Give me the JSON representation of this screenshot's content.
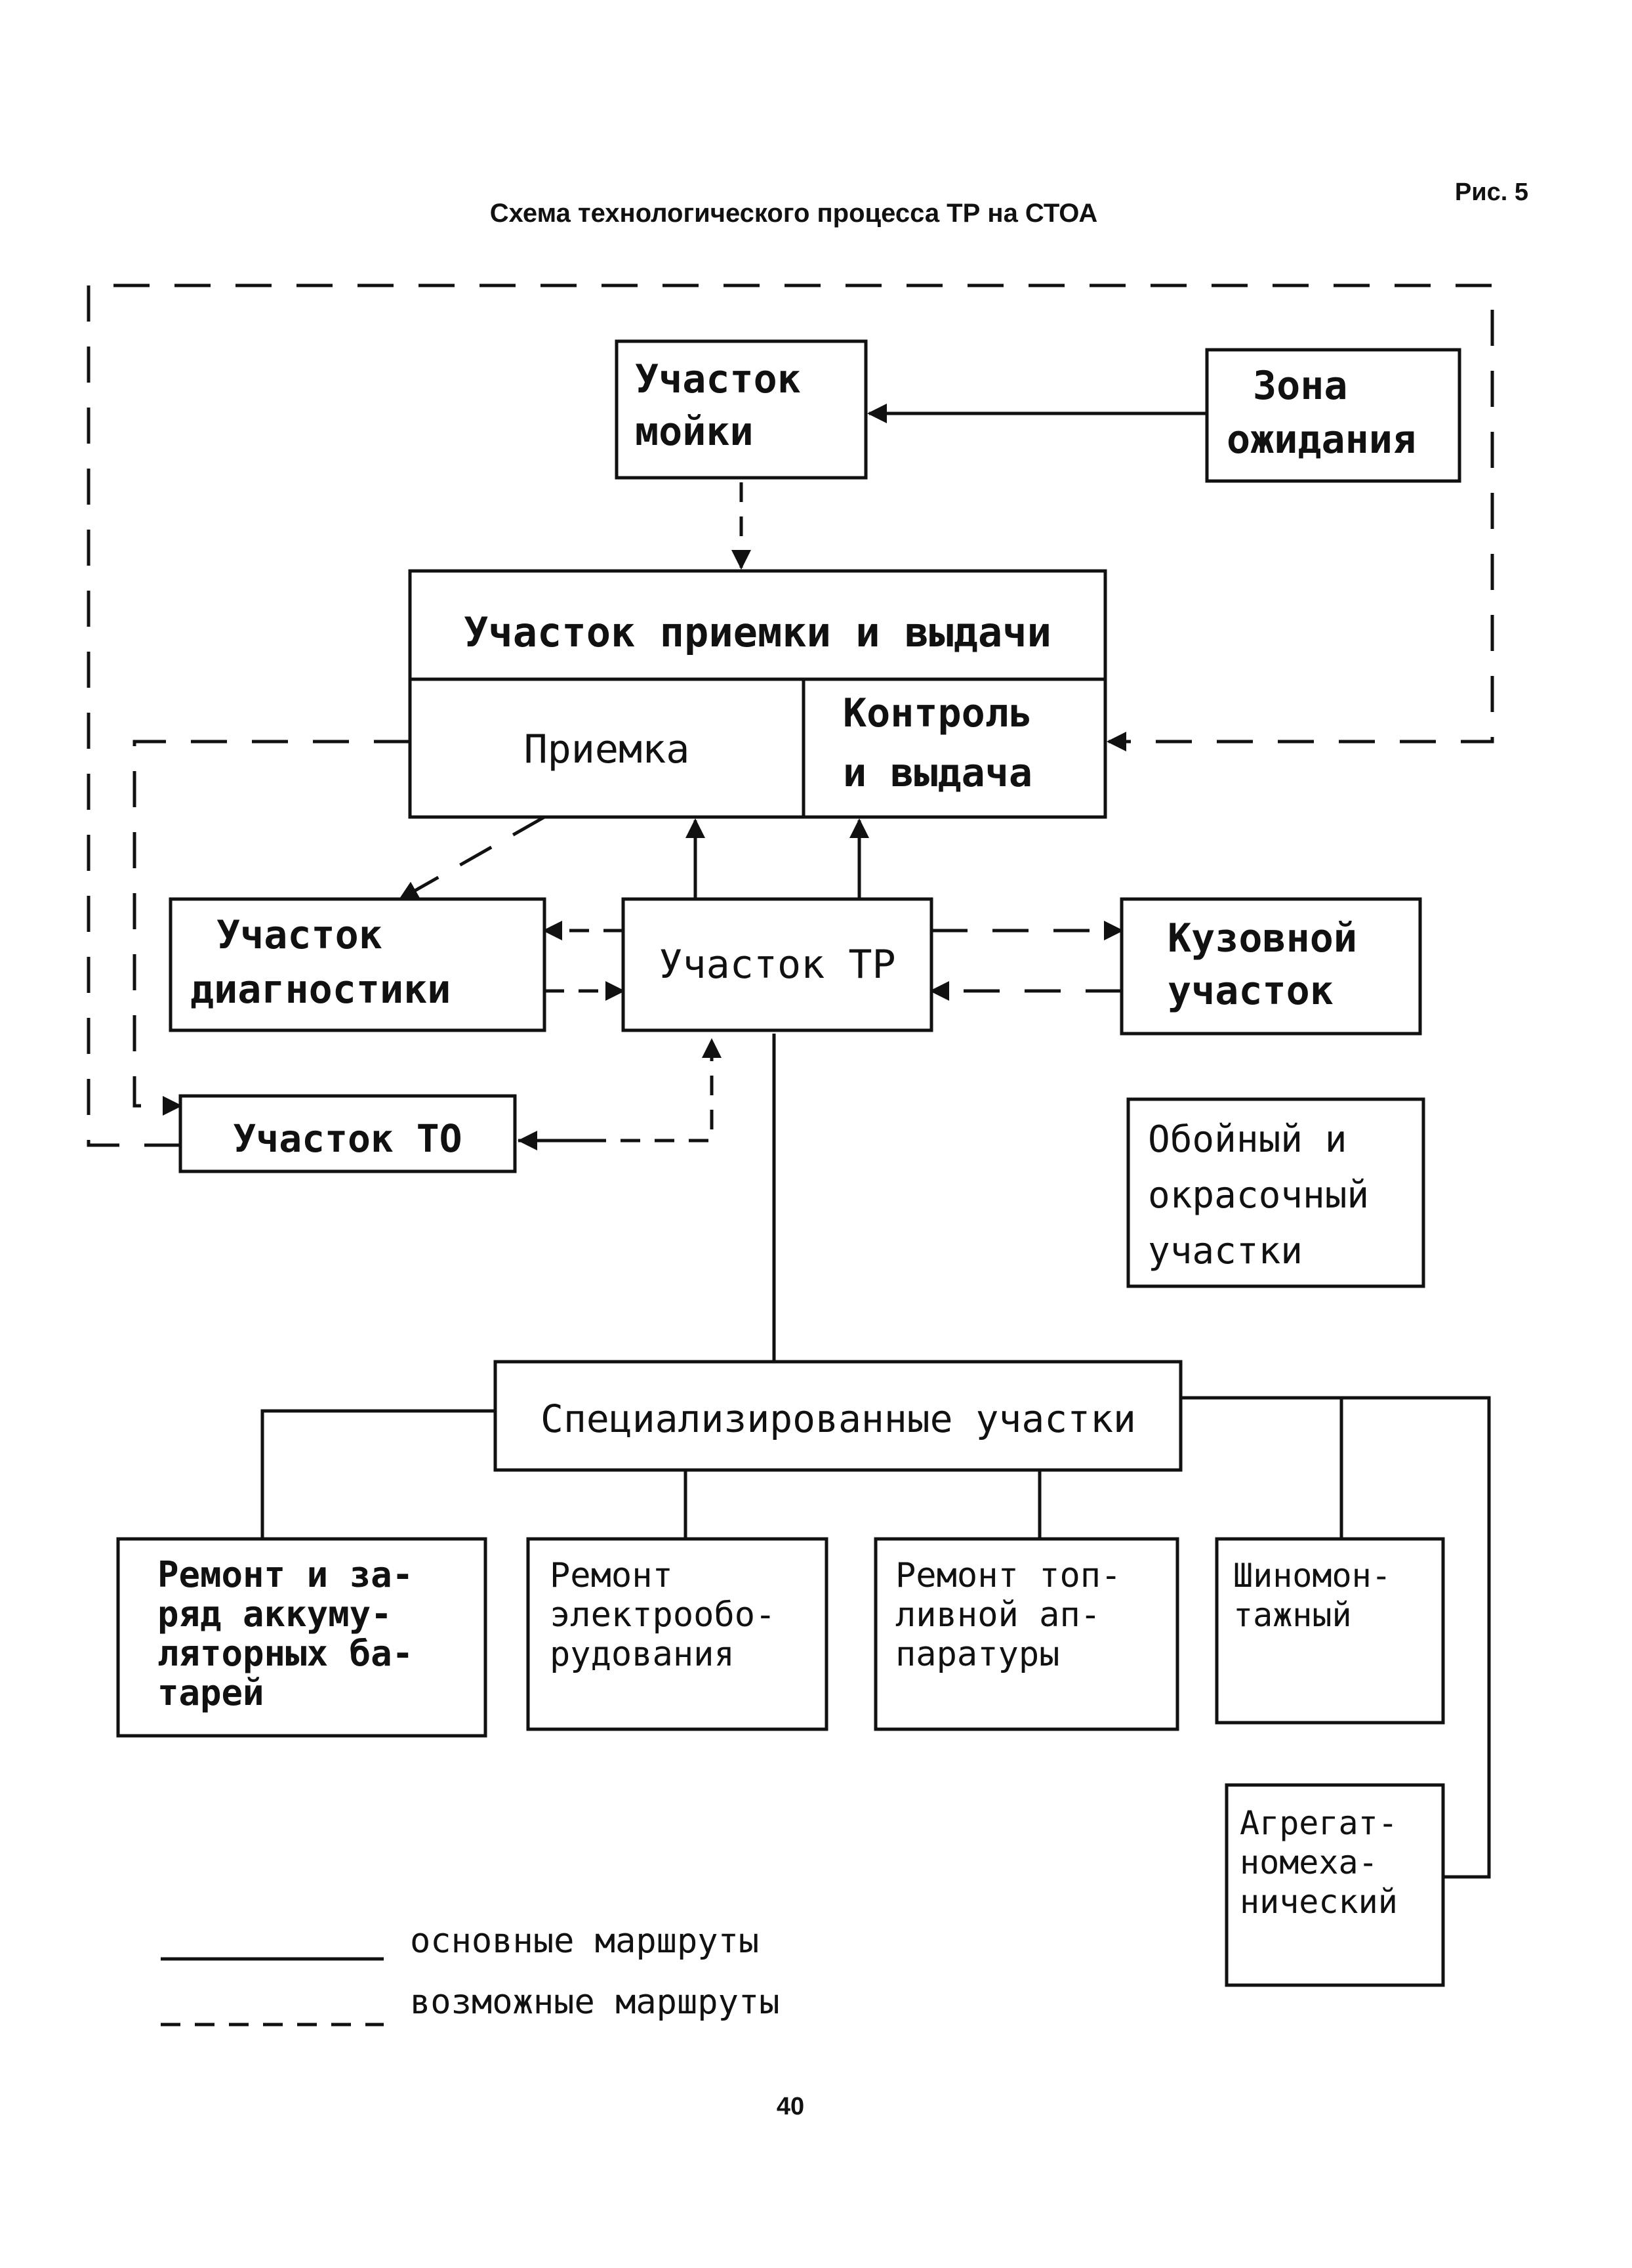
{
  "header": {
    "figure_label": "Рис. 5",
    "title": "Схема технологического процесса ТР на СТОА"
  },
  "nodes": {
    "washing": [
      "Участок",
      "мойки"
    ],
    "waiting": [
      "Зона",
      "ожидания"
    ],
    "reception_header": "Участок приемки и выдачи",
    "reception": "Приемка",
    "control": [
      "Контроль",
      "и выдача"
    ],
    "diagnostics": [
      "Участок",
      "диагностики"
    ],
    "tr": "Участок ТР",
    "body": [
      "Кузовной",
      "участок"
    ],
    "to": "Участок ТО",
    "upholstery": [
      "Обойный и",
      "окрасочный",
      "участки"
    ],
    "specialized": "Специализированные участки",
    "battery": [
      "Ремонт и за-",
      "ряд аккуму-",
      "ляторных ба-",
      "тарей"
    ],
    "electrical": [
      "Ремонт",
      "электрообо-",
      "рудования"
    ],
    "fuel": [
      "Ремонт топ-",
      "ливной ап-",
      "паратуры"
    ],
    "tire": [
      "Шиномон-",
      "тажный"
    ],
    "aggregate": [
      "Агрегат-",
      "номеха-",
      "нический"
    ]
  },
  "legend": {
    "solid_label": "основные маршруты",
    "dashed_label": "возможные маршруты"
  },
  "page_number": "40"
}
